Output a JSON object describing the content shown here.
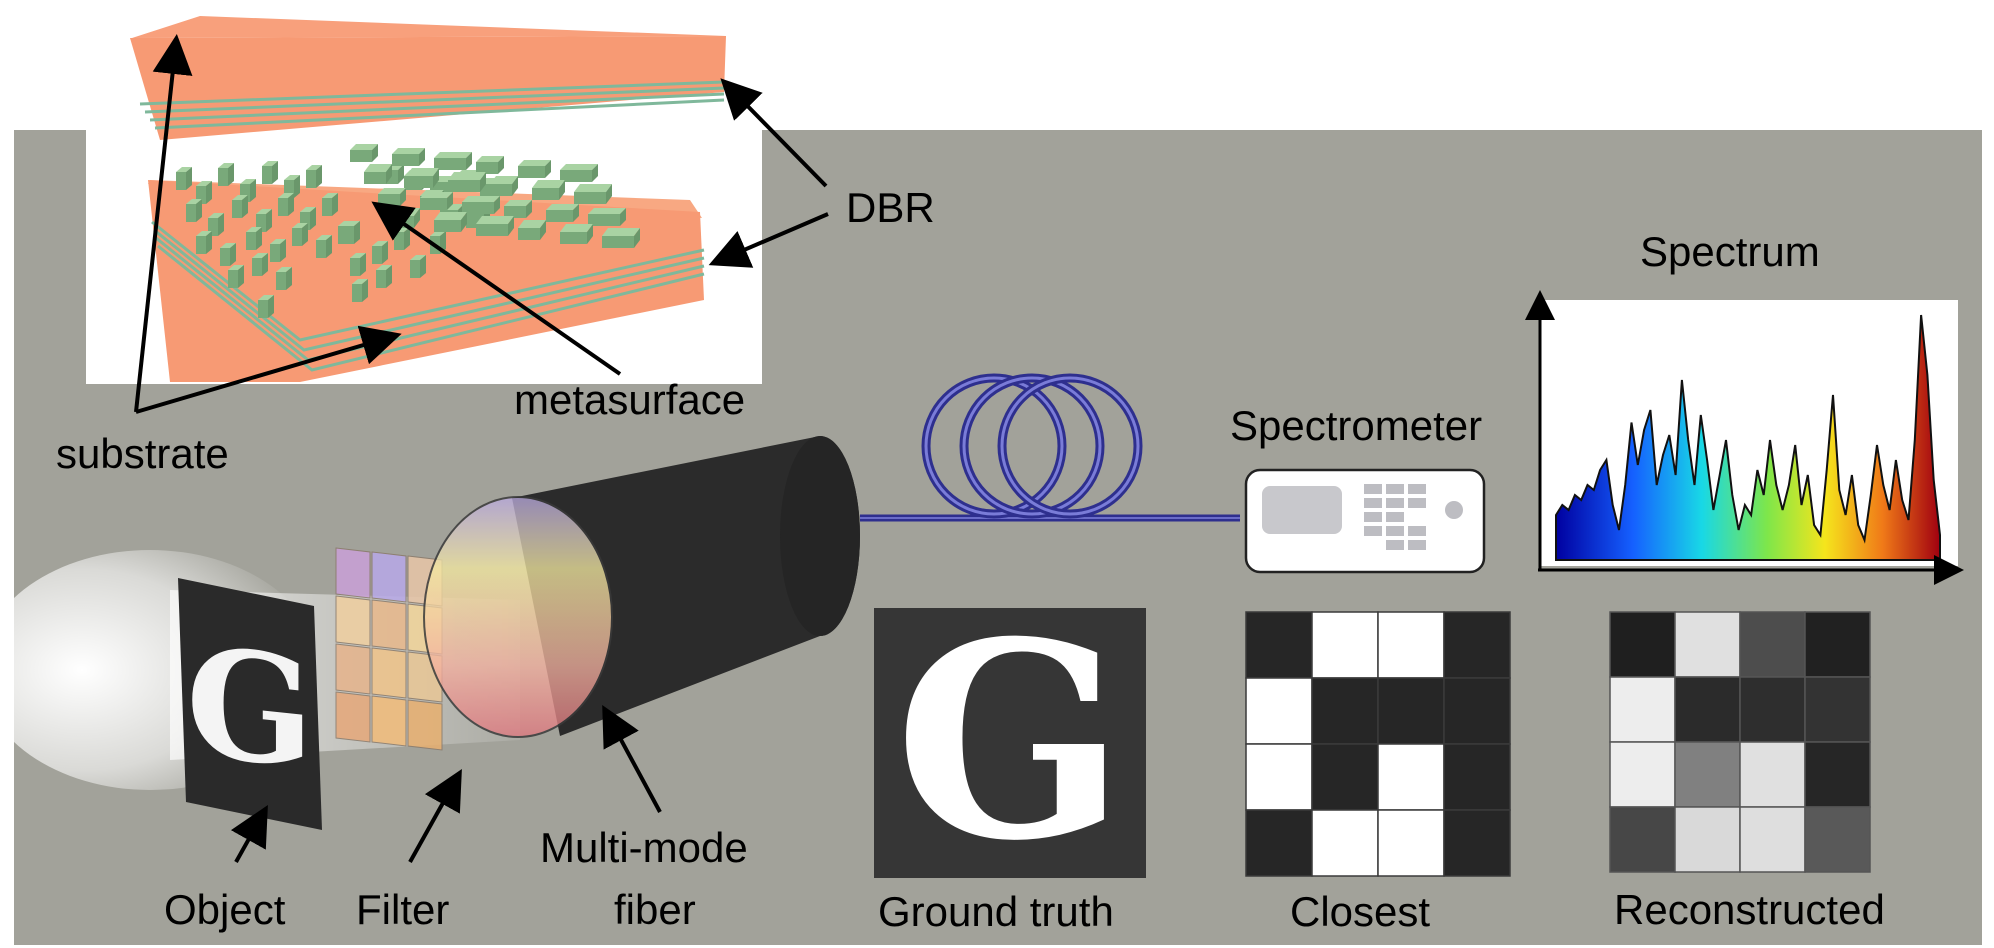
{
  "labels": {
    "dbr": "DBR",
    "metasurface": "metasurface",
    "substrate": "substrate",
    "spectrum": "Spectrum",
    "spectrometer": "Spectrometer",
    "object": "Object",
    "filter": "Filter",
    "fiber_line1": "Multi-mode",
    "fiber_line2": "fiber",
    "ground_truth": "Ground truth",
    "closest": "Closest",
    "reconstructed": "Reconstructed",
    "ground_truth_glyph": "G",
    "object_glyph": "G"
  },
  "colors": {
    "background_panel": "#a2a29a",
    "substrate": "#f59a74",
    "metasurface": "#8fbf8a",
    "fiber": "#2b2b2b",
    "coil": "#2e2f8e",
    "spectrometer_body": "#ffffff",
    "spectrometer_screen": "#c8c8cc"
  },
  "closest_grid": [
    [
      0,
      1,
      1,
      0
    ],
    [
      1,
      0,
      0,
      0
    ],
    [
      1,
      0,
      1,
      0
    ],
    [
      0,
      1,
      1,
      0
    ]
  ],
  "reconstructed_grid": [
    [
      0.12,
      0.88,
      0.3,
      0.13
    ],
    [
      0.93,
      0.17,
      0.18,
      0.2
    ],
    [
      0.93,
      0.5,
      0.88,
      0.15
    ],
    [
      0.28,
      0.85,
      0.87,
      0.35
    ]
  ],
  "spectrum_profile": [
    0.18,
    0.22,
    0.2,
    0.26,
    0.24,
    0.3,
    0.28,
    0.36,
    0.4,
    0.22,
    0.12,
    0.3,
    0.55,
    0.38,
    0.52,
    0.6,
    0.3,
    0.42,
    0.5,
    0.34,
    0.72,
    0.48,
    0.3,
    0.58,
    0.4,
    0.2,
    0.34,
    0.48,
    0.26,
    0.12,
    0.22,
    0.18,
    0.36,
    0.26,
    0.48,
    0.3,
    0.2,
    0.3,
    0.46,
    0.22,
    0.34,
    0.14,
    0.1,
    0.36,
    0.66,
    0.28,
    0.18,
    0.34,
    0.14,
    0.08,
    0.26,
    0.46,
    0.3,
    0.2,
    0.4,
    0.24,
    0.16,
    0.48,
    0.98,
    0.74,
    0.32,
    0.1
  ]
}
